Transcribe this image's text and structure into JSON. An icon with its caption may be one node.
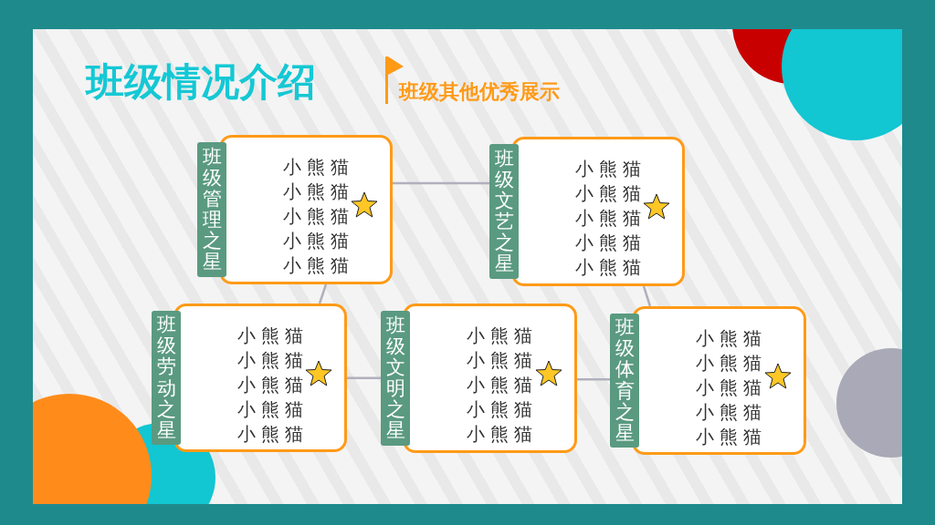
{
  "diagram": {
    "title": "班级情况介绍",
    "nodes": [
      {
        "text": [
          "班级管理之星",
          "小 熊 猫",
          "小 熊 猫",
          "小 熊 猫",
          "小 熊 猫",
          "小 熊 猫"
        ]
      },
      {
        "text": [
          "班级文艺之星",
          "小 熊 猫",
          "小 熊 猫",
          "小 熊 猫",
          "小 熊 猫",
          "小 熊 猫"
        ]
      },
      {
        "text": [
          "班级劳动之星",
          "小 熊 猫",
          "小 熊 猫",
          "小 熊 猫",
          "小 熊 猫",
          "小 熊 猫"
        ]
      },
      {
        "text": [
          "班级文明之星",
          "小 熊 猫",
          "小 熊 猫",
          "小 熊 猫",
          "小 熊 猫",
          "小 熊 猫"
        ]
      },
      {
        "text": [
          "班级体育之星",
          "小 熊 猫",
          "小 熊 猫",
          "小 熊 猫",
          "小 熊 猫",
          "小 熊 猫"
        ]
      }
    ],
    "edges": [
      {
        "from": 0,
        "to": 1,
        "arrow": "none"
      },
      {
        "from": 0,
        "to": 2,
        "arrow": "none"
      },
      {
        "from": 2,
        "to": 3,
        "arrow": "none"
      },
      {
        "from": 3,
        "to": 4,
        "arrow": "none"
      },
      {
        "from": 1,
        "to": 4,
        "arrow": "none"
      }
    ],
    "labels": [
      "班级其他优秀展示"
    ]
  }
}
